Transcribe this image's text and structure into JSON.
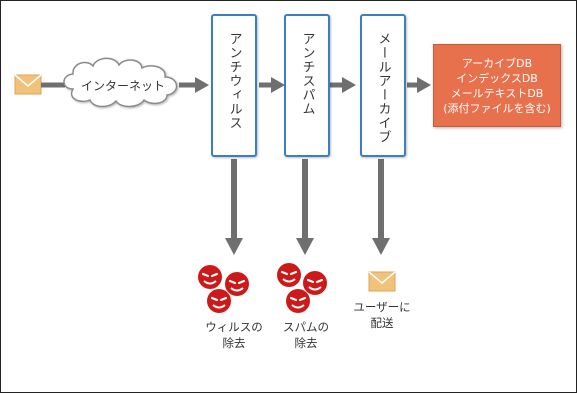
{
  "flow": {
    "cloud_label": "インターネット",
    "stages": [
      {
        "label": "アンチウィルス"
      },
      {
        "label": "アンチスパム"
      },
      {
        "label": "メールアーカイブ"
      }
    ],
    "archive_box": {
      "lines": [
        "アーカイブDB",
        "インデックスDB",
        "メールテキストDB",
        "(添付ファイルを含む)"
      ]
    }
  },
  "outcomes": {
    "virus_removal": [
      "ウィルスの",
      "除去"
    ],
    "spam_removal": [
      "スパムの",
      "除去"
    ],
    "deliver_to_user": [
      "ユーザーに",
      "配送"
    ]
  },
  "colors": {
    "arrow": "#6f6f6f",
    "stage_border": "#3c7fc0",
    "archive_fill": "#e8714d",
    "envelope": "#f2c27a",
    "threat_face": "#cc1a1a"
  },
  "icons": {
    "envelope": "envelope-icon",
    "cloud": "cloud-icon",
    "threat": "threat-face-icon"
  }
}
